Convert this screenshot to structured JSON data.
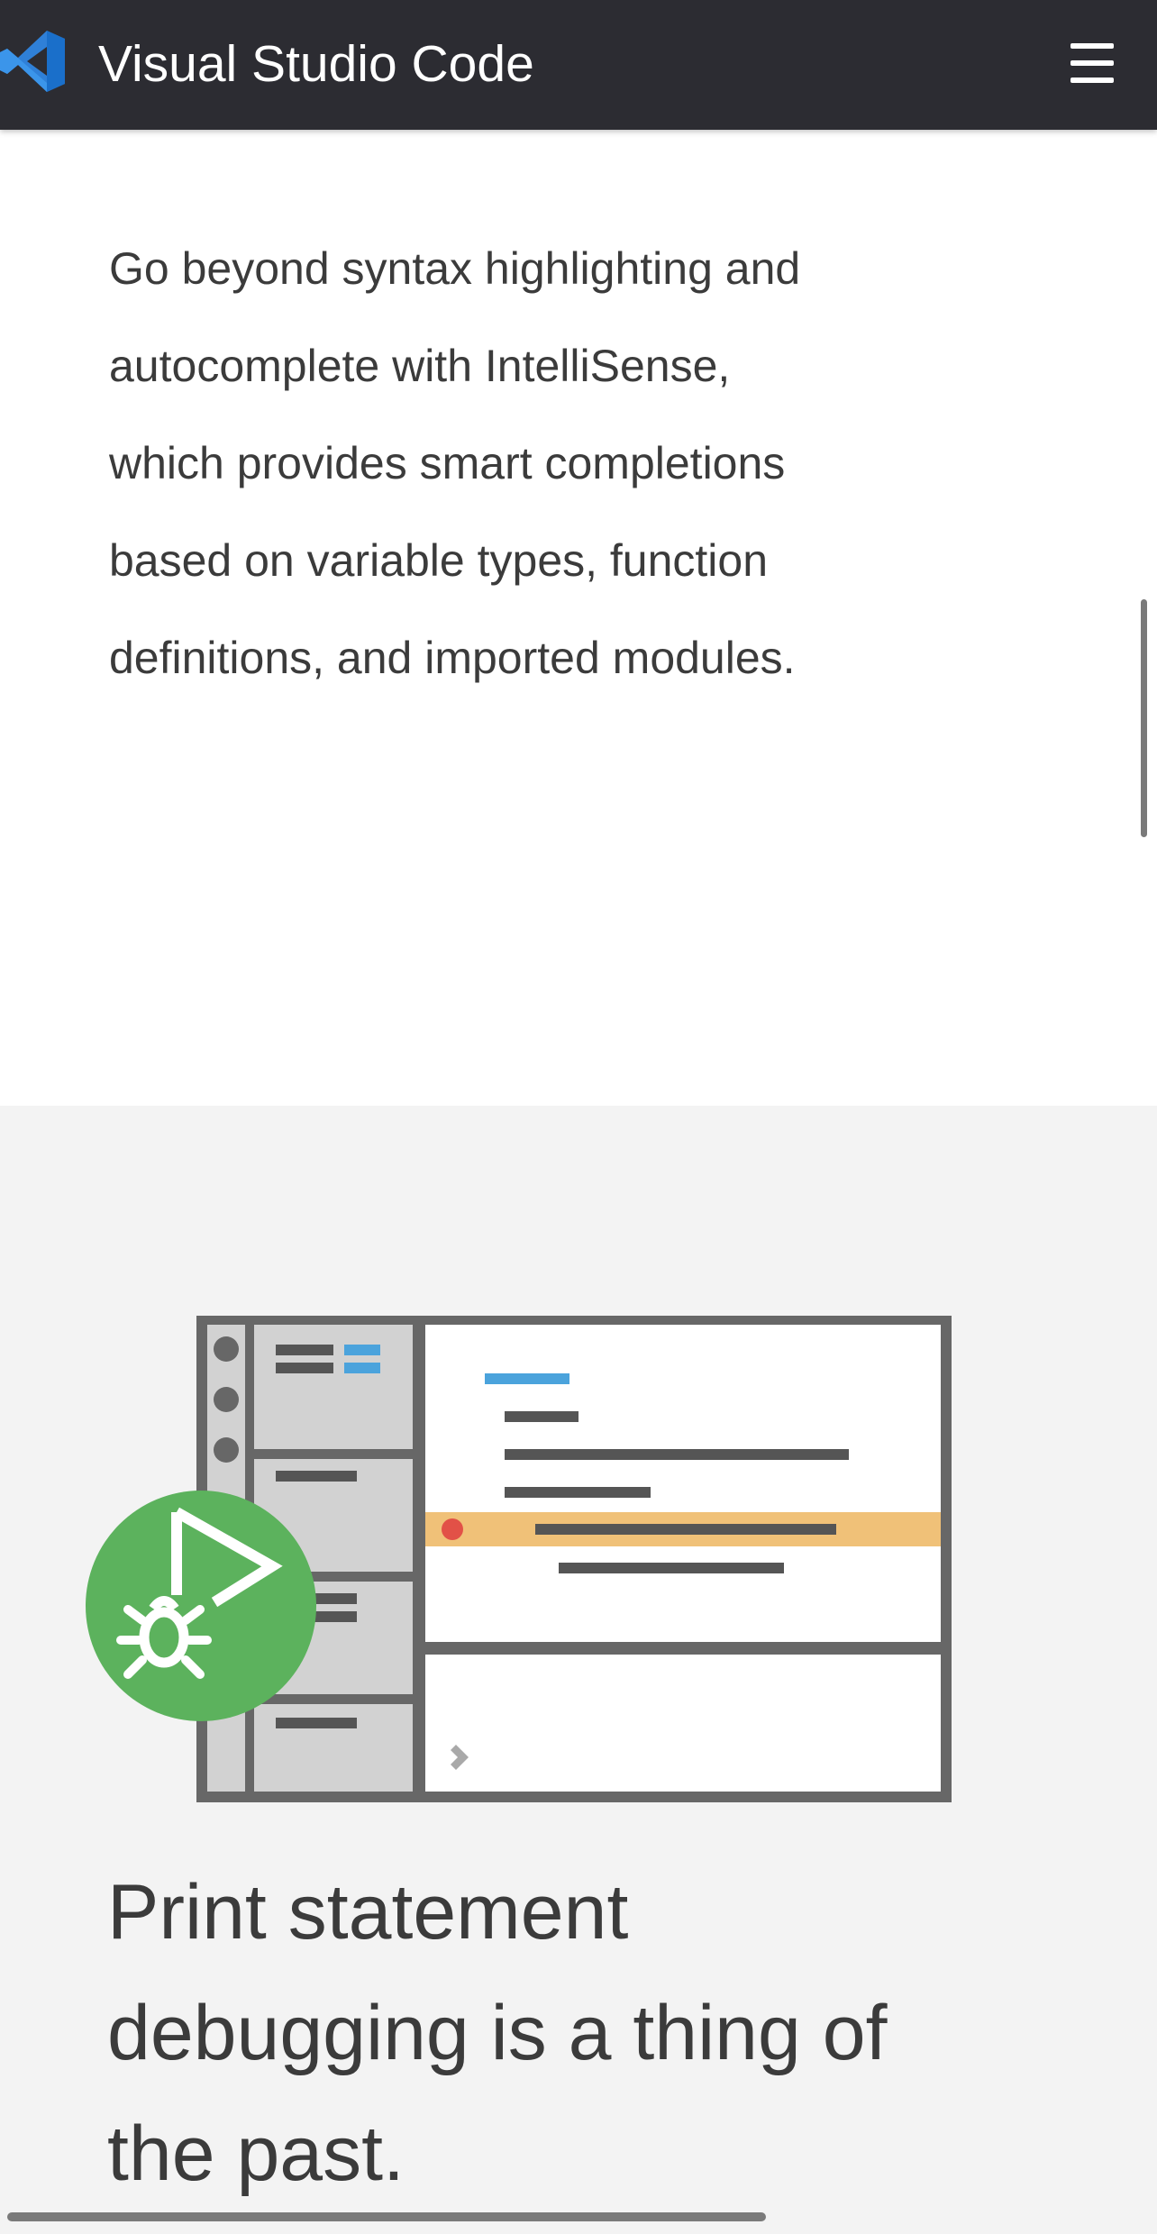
{
  "header": {
    "title": "Visual Studio Code",
    "logo_icon": "vscode-logo-icon",
    "menu_icon": "hamburger-menu-icon",
    "background": "#2c2c32"
  },
  "intellisense": {
    "paragraph": "Go beyond syntax highlighting and autocomplete with IntelliSense, which provides smart completions based on variable types, function definitions, and imported modules."
  },
  "debugging": {
    "illustration_icon": "debugger-illustration-icon",
    "badge_icon": "run-debug-icon",
    "headline": "Print statement debugging is a thing of the past."
  },
  "colors": {
    "accent_green": "#5cb25d",
    "accent_blue": "#4ba3dc",
    "breakpoint_red": "#e25147",
    "highlight_orange": "#f0c178"
  }
}
